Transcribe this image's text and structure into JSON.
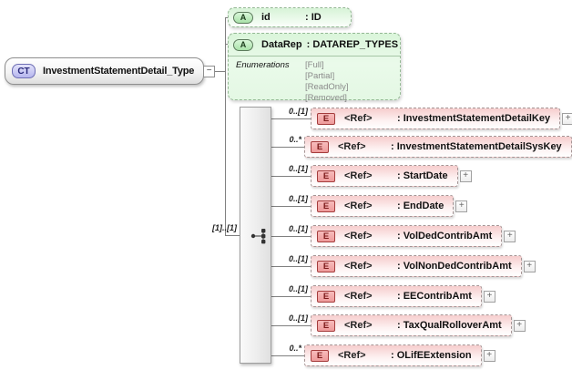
{
  "diagram": {
    "root": {
      "badge": "CT",
      "title": "InvestmentStatementDetail_Type"
    },
    "collapse_glyph": "−",
    "expand_glyph": "+",
    "root_cardinality": "[1]..[1]",
    "badge_a_label": "A",
    "badge_e_label": "E",
    "attr_id": {
      "name": "id",
      "type": ": ID"
    },
    "attr_datarep": {
      "name": "DataRep",
      "type": ": DATAREP_TYPES",
      "enumerations_label": "Enumerations",
      "enums": [
        "[Full]",
        "[Partial]",
        "[ReadOnly]",
        "[Removed]"
      ]
    },
    "elements": [
      {
        "cardinality": "0..[1]",
        "ref": "<Ref>",
        "type": ": InvestmentStatementDetailKey"
      },
      {
        "cardinality": "0..*",
        "ref": "<Ref>",
        "type": ": InvestmentStatementDetailSysKey"
      },
      {
        "cardinality": "0..[1]",
        "ref": "<Ref>",
        "type": ": StartDate"
      },
      {
        "cardinality": "0..[1]",
        "ref": "<Ref>",
        "type": ": EndDate"
      },
      {
        "cardinality": "0..[1]",
        "ref": "<Ref>",
        "type": ": VolDedContribAmt"
      },
      {
        "cardinality": "0..[1]",
        "ref": "<Ref>",
        "type": ": VolNonDedContribAmt"
      },
      {
        "cardinality": "0..[1]",
        "ref": "<Ref>",
        "type": ": EEContribAmt"
      },
      {
        "cardinality": "0..[1]",
        "ref": "<Ref>",
        "type": ": TaxQualRolloverAmt"
      },
      {
        "cardinality": "0..*",
        "ref": "<Ref>",
        "type": ": OLifEExtension"
      }
    ],
    "colors": {
      "ct_badge_fill": "#b6b6ee",
      "attr_fill": "#daf5da",
      "element_fill": "#f6cdcd",
      "element_badge_fill": "#ee9a9a",
      "connector_line": "#808080"
    }
  }
}
